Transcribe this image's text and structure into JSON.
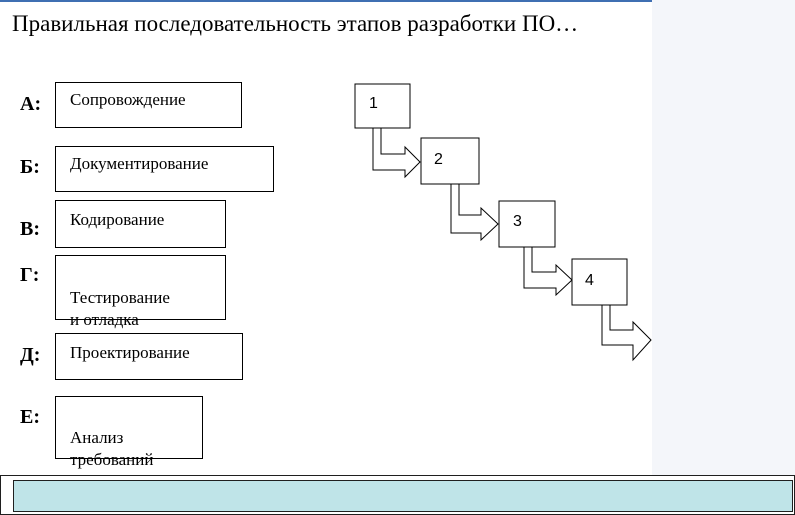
{
  "question": {
    "text": "Правильная последовательность этапов разработки ПО…"
  },
  "options": [
    {
      "letter": "А:",
      "label": "Сопровождение"
    },
    {
      "letter": "Б:",
      "label": "Документирование"
    },
    {
      "letter": "В:",
      "label": "Кодирование"
    },
    {
      "letter": "Г:",
      "label": "Тестирование\nи отладка"
    },
    {
      "letter": "Д:",
      "label": "Проектирование"
    },
    {
      "letter": "Е:",
      "label": "Анализ\nтребований"
    }
  ],
  "diagram": {
    "steps": [
      "1",
      "2",
      "3",
      "4"
    ]
  },
  "answer": {
    "value": "",
    "placeholder": ""
  },
  "colors": {
    "answer_bg": "#bfe4e8",
    "accent": "#3f6fb2"
  }
}
